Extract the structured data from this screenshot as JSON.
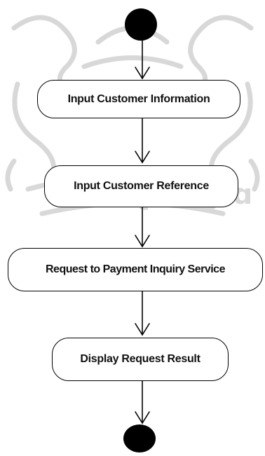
{
  "diagram": {
    "type": "activity",
    "start": {
      "name": "initial-node"
    },
    "end": {
      "name": "final-node"
    },
    "activities": [
      {
        "id": "a1",
        "label": "Input Customer Information"
      },
      {
        "id": "a2",
        "label": "Input Customer Reference"
      },
      {
        "id": "a3",
        "label": "Request to Payment Inquiry Service"
      },
      {
        "id": "a4",
        "label": "Display Request Result"
      }
    ],
    "flows": [
      [
        "start",
        "a1"
      ],
      [
        "a1",
        "a2"
      ],
      [
        "a2",
        "a3"
      ],
      [
        "a3",
        "a4"
      ],
      [
        "a4",
        "end"
      ]
    ]
  },
  "colors": {
    "stroke": "#000000",
    "fill": "#ffffff",
    "watermark": "#dadada"
  }
}
